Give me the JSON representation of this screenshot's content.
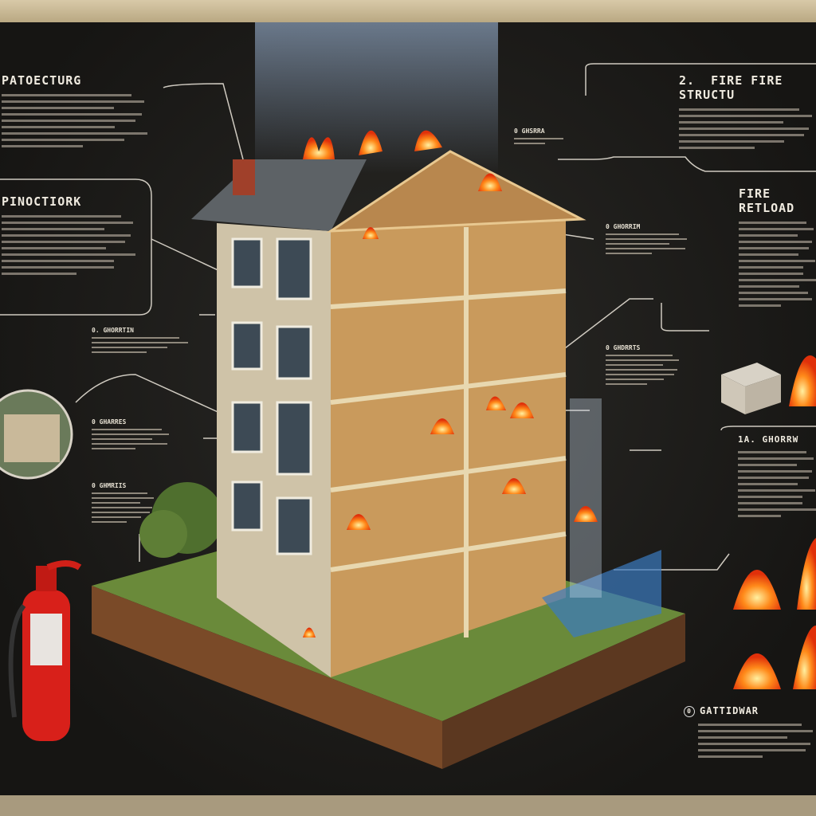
{
  "panels": {
    "top_left": {
      "title": "PATOECTURG"
    },
    "mid_left": {
      "title": "PINOCTIORK"
    },
    "top_right": {
      "number": "2.",
      "title": "FIRE FIRE STRUCTU"
    },
    "right_upper": {
      "title": "FIRE RETLOAD"
    },
    "right_lower": {
      "title": "1A. GHORRW"
    },
    "bottom_right": {
      "number": "0",
      "title": "GATTIDWAR"
    }
  },
  "callouts": [
    {
      "number": "0.",
      "title": "GHORRTIN"
    },
    {
      "number": "0",
      "title": "GHARRES"
    },
    {
      "number": "0",
      "title": "GHMRIIS"
    },
    {
      "number": "0",
      "title": "GHORRIM"
    },
    {
      "number": "0",
      "title": "GHDRRTS"
    },
    {
      "number": "0",
      "title": "GHSRRA"
    }
  ],
  "colors": {
    "board": "#1c1b19",
    "flame": "#ff5a1a",
    "extinguisher": "#d8201a",
    "frame": "#c9b993"
  }
}
